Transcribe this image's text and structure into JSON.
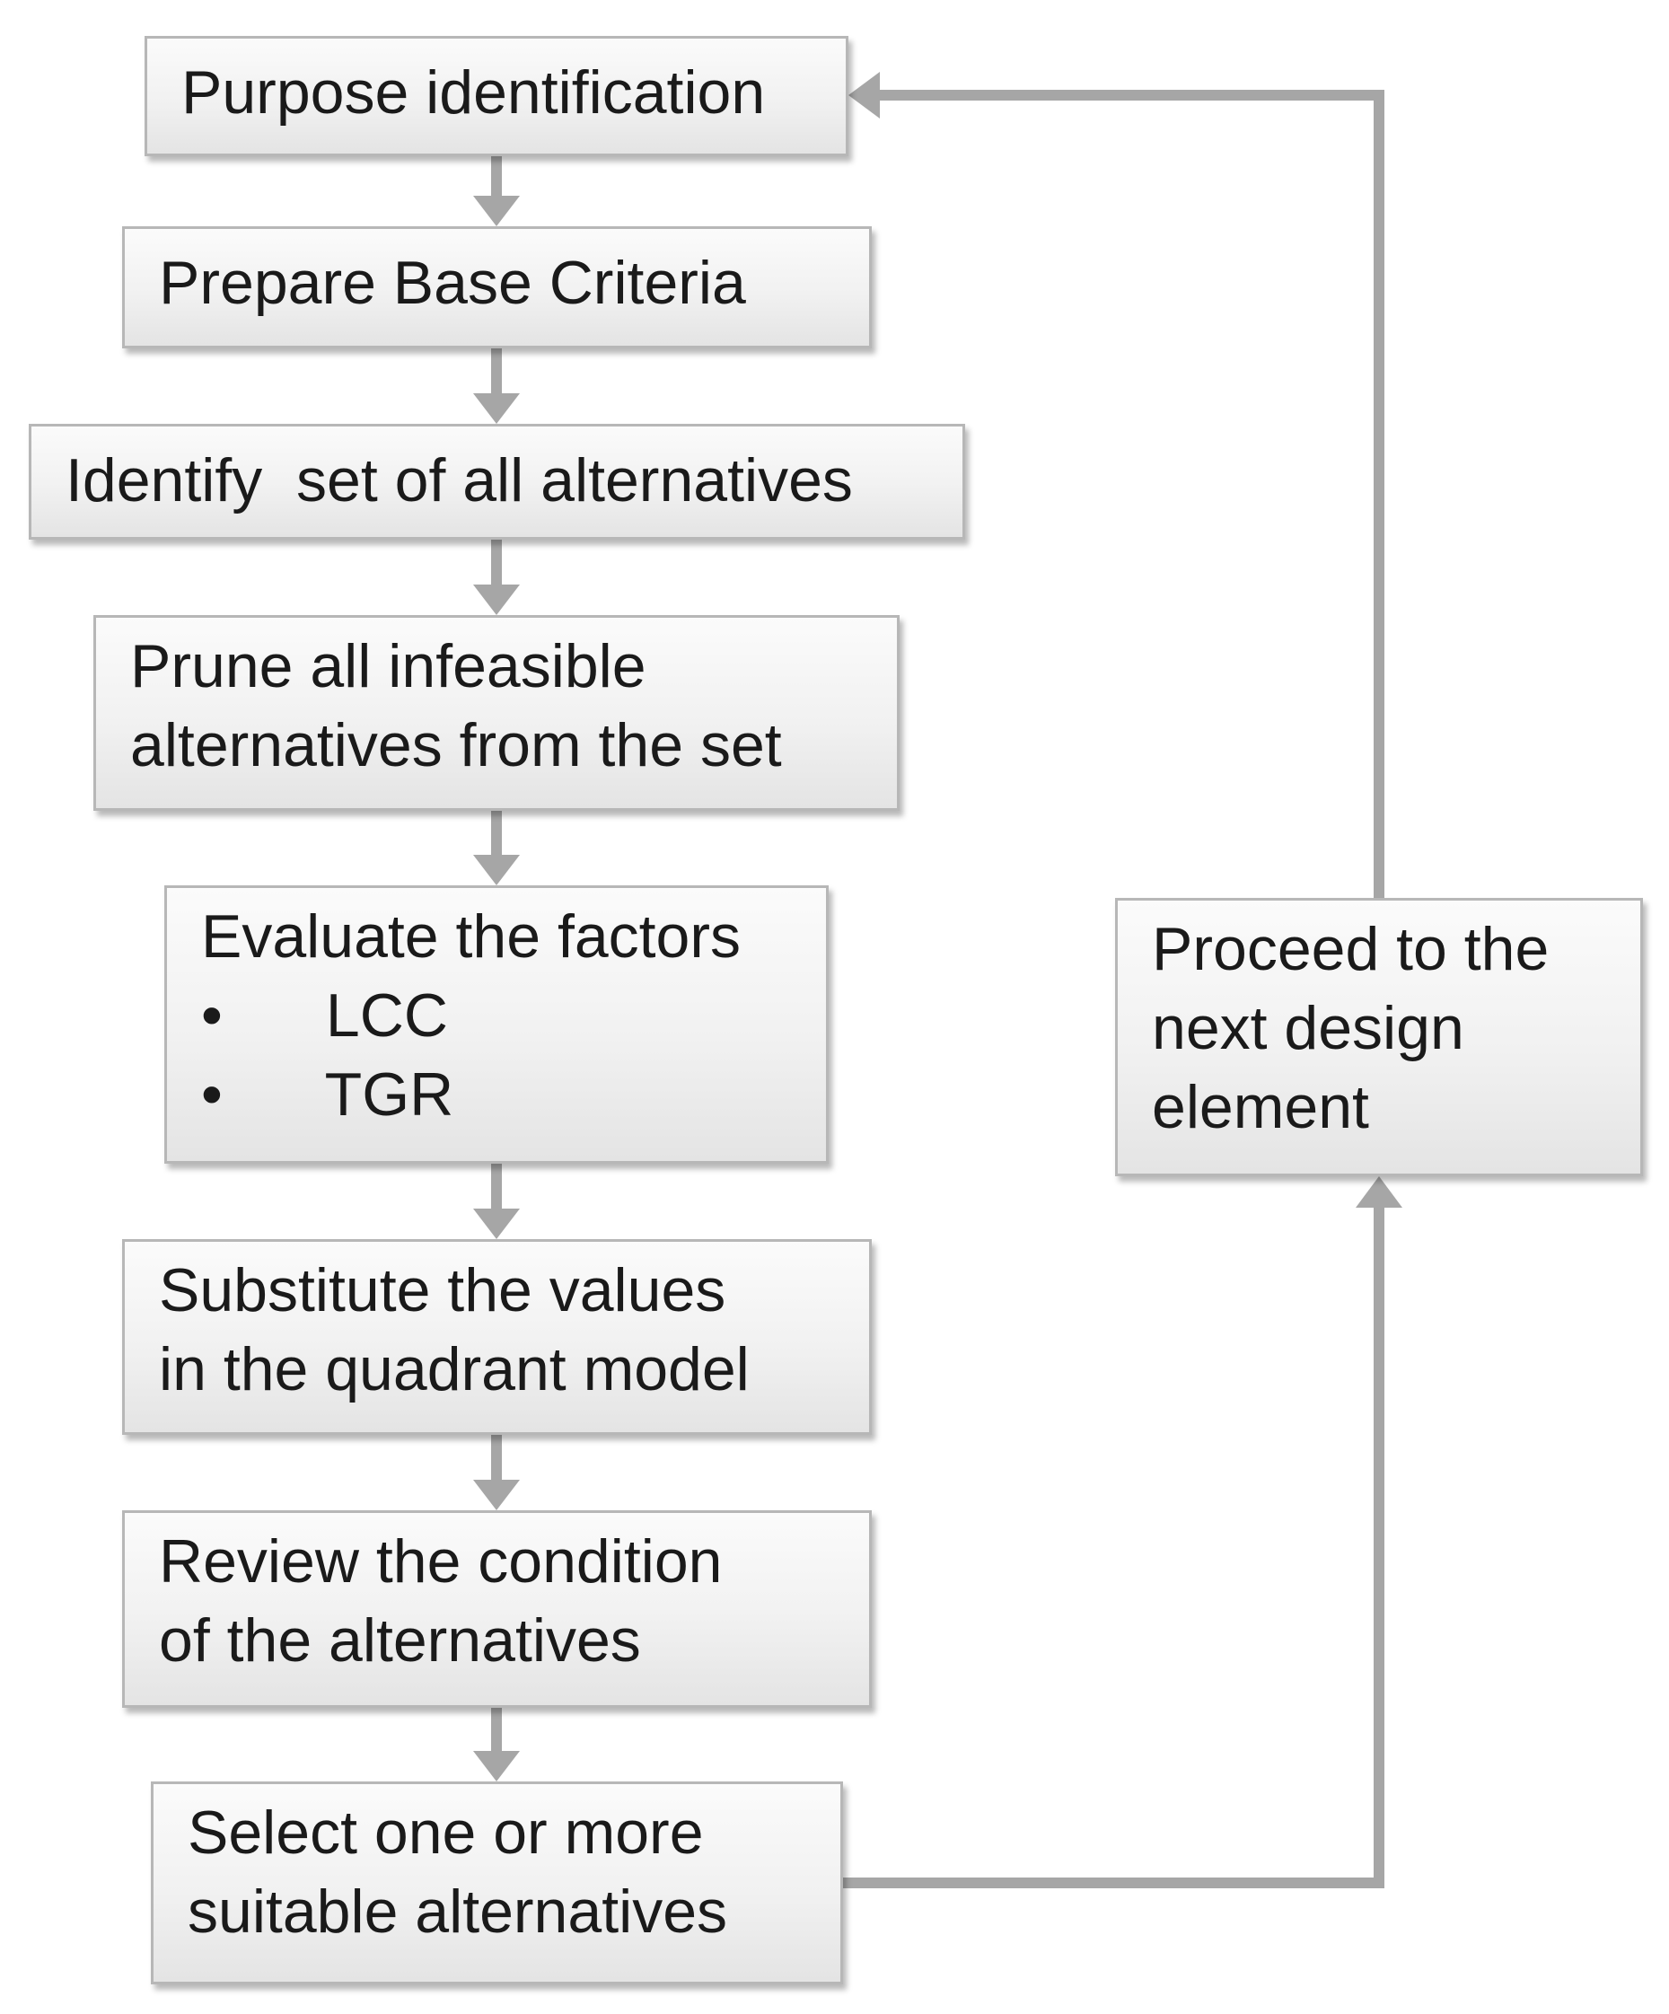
{
  "colors": {
    "connector": "#a6a6a6",
    "box_border": "#b7b7b7",
    "box_fill": "#f1f1f1",
    "text": "#1a1a1a"
  },
  "steps": {
    "purpose": "Purpose identification",
    "base": "Prepare Base Criteria",
    "identify": "Identify  set of all alternatives",
    "prune": [
      "Prune all infeasible",
      "alternatives from the set"
    ],
    "evaluate": {
      "title": "Evaluate the factors",
      "bullet": "•",
      "items": [
        "LCC",
        "TGR"
      ]
    },
    "substitute": [
      "Substitute the values",
      "in the quadrant model"
    ],
    "review": [
      "Review the condition",
      "of the alternatives"
    ],
    "select": [
      "Select one or more",
      "suitable alternatives"
    ],
    "proceed": [
      "Proceed to the",
      "next design",
      "element"
    ]
  }
}
